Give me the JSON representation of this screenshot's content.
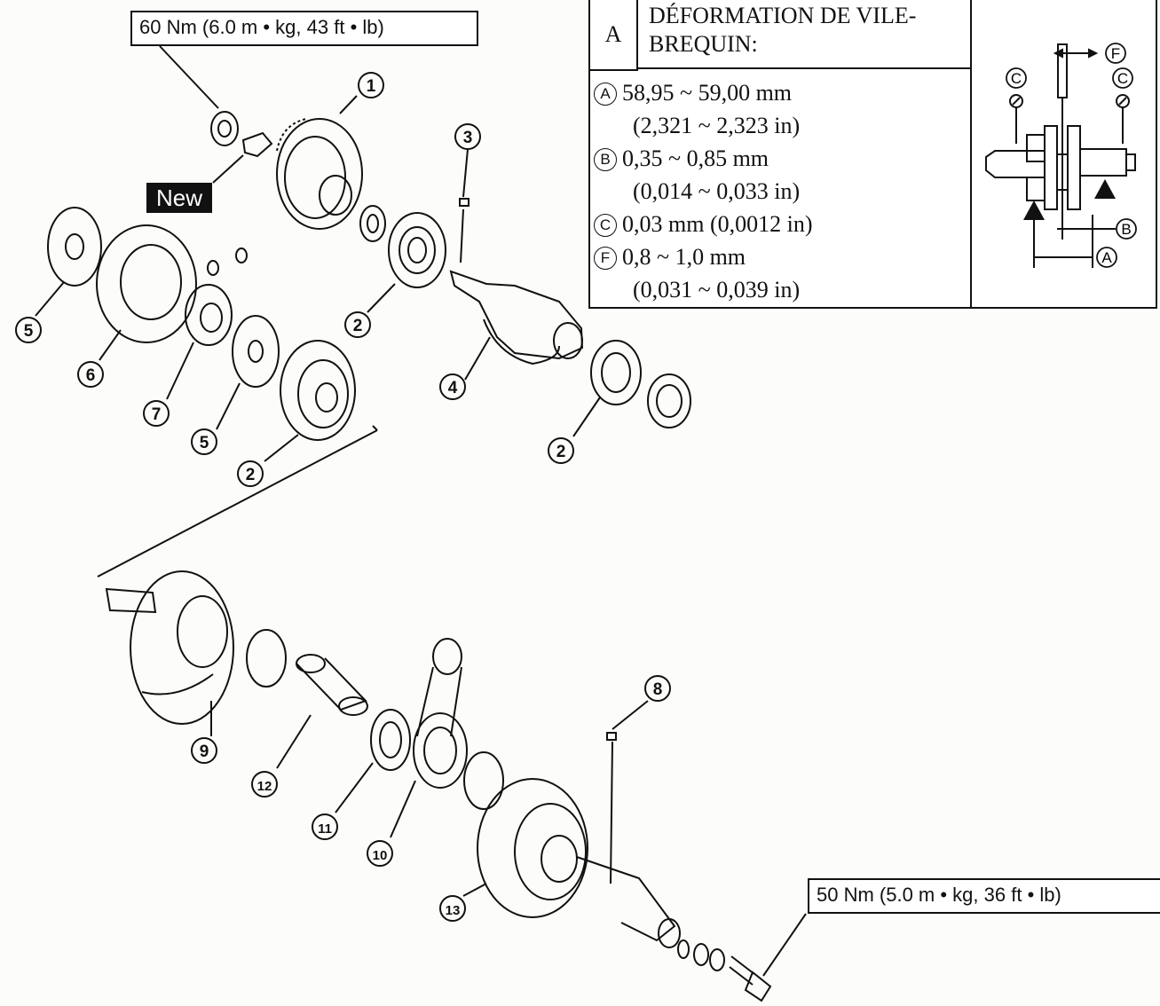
{
  "torque": {
    "top": "60 Nm (6.0 m • kg, 43 ft • lb)",
    "bottom": "50 Nm (5.0 m • kg, 36 ft • lb)"
  },
  "badge_new": "New",
  "spec_table": {
    "letter": "A",
    "title_line1": "DÉFORMATION DE VILE-",
    "title_line2": "BREQUIN:",
    "rows": [
      {
        "key": "A",
        "value": "58,95 ~ 59,00 mm",
        "sub": "(2,321 ~ 2,323 in)"
      },
      {
        "key": "B",
        "value": "0,35 ~ 0,85 mm",
        "sub": "(0,014 ~ 0,033 in)"
      },
      {
        "key": "C",
        "value": "0,03 mm (0,0012 in)",
        "sub": ""
      },
      {
        "key": "F",
        "value": "0,8 ~ 1,0 mm",
        "sub": "(0,031 ~ 0,039 in)"
      }
    ],
    "mini_labels": {
      "a": "A",
      "b": "B",
      "c": "C",
      "f": "F"
    }
  },
  "callouts": {
    "c1": "1",
    "c2a": "2",
    "c2b": "2",
    "c2c": "2",
    "c3": "3",
    "c4": "4",
    "c5a": "5",
    "c5b": "5",
    "c6": "6",
    "c7": "7",
    "c8": "8",
    "c9": "9",
    "c10": "10",
    "c11": "11",
    "c12": "12",
    "c13": "13"
  }
}
